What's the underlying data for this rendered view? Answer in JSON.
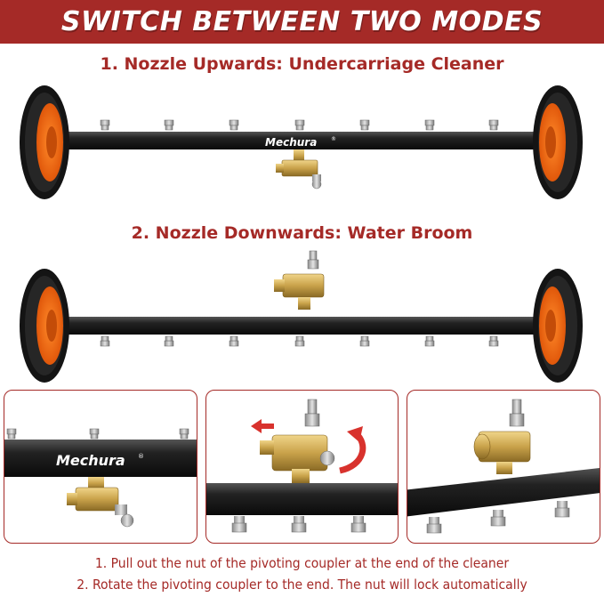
{
  "banner": {
    "title": "SWITCH BETWEEN TWO MODES"
  },
  "mode1": {
    "label": "1. Nozzle Upwards: Undercarriage Cleaner"
  },
  "mode2": {
    "label": "2. Nozzle Downwards: Water Broom"
  },
  "brand": {
    "logo": "Mechura",
    "mark": "®"
  },
  "colors": {
    "accent": "#a52a27",
    "wheel_orange": "#f06a10",
    "tube_black": "#1c1c1c",
    "brass": "#c9a24a"
  },
  "icons": {
    "arrow_left": "red-left-arrow-icon",
    "arrow_rotate": "red-curved-rotate-arrow-icon"
  },
  "instructions": {
    "step1": "1. Pull out the nut of the pivoting coupler at the end of the cleaner",
    "step2": "2. Rotate the pivoting coupler to the end. The nut will lock automatically"
  }
}
